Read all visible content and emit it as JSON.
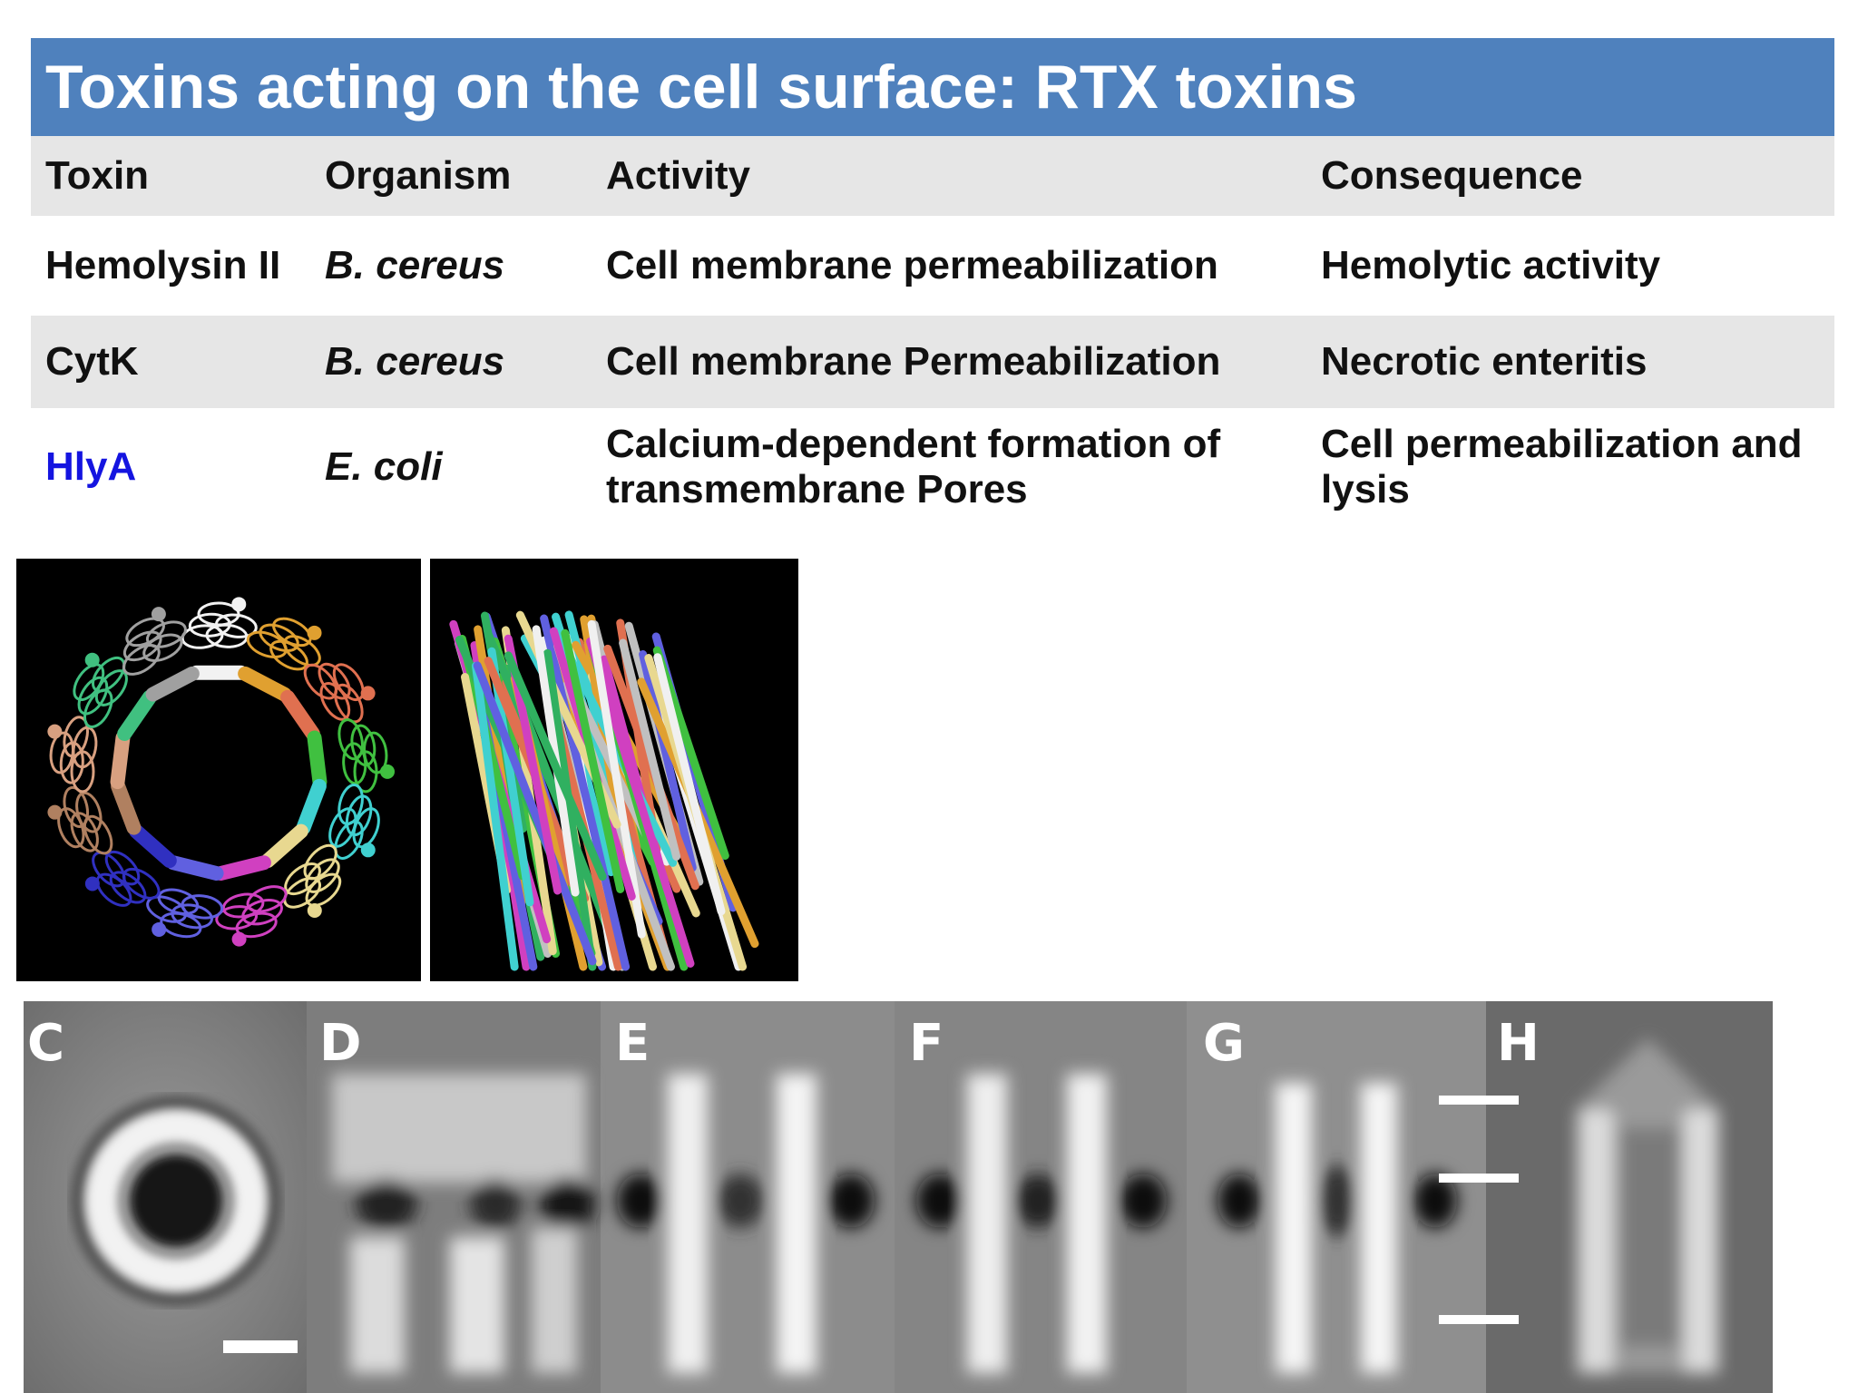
{
  "slide": {
    "title": "Toxins acting on the cell surface: RTX toxins"
  },
  "table": {
    "headers": [
      "Toxin",
      "Organism",
      "Activity",
      "Consequence"
    ],
    "rows": [
      {
        "toxin": "Hemolysin II",
        "organism": "B. cereus",
        "activity": "Cell membrane permeabilization",
        "consequence": "Hemolytic activity"
      },
      {
        "toxin": "CytK",
        "organism": "B. cereus",
        "activity": "Cell membrane Permeabilization",
        "consequence": "Necrotic enteritis"
      },
      {
        "toxin": "HlyA",
        "organism": "E. coli",
        "activity": "Calcium-dependent formation of transmembrane Pores",
        "consequence": "Cell permeabilization and lysis"
      }
    ]
  },
  "colors": {
    "title_bar": "#4f81bd",
    "row_shade": "#e6e6e6",
    "highlight_toxin": "#1414e0"
  },
  "figures": {
    "em_panel_labels": [
      "C",
      "D",
      "E",
      "F",
      "G",
      "H"
    ]
  }
}
